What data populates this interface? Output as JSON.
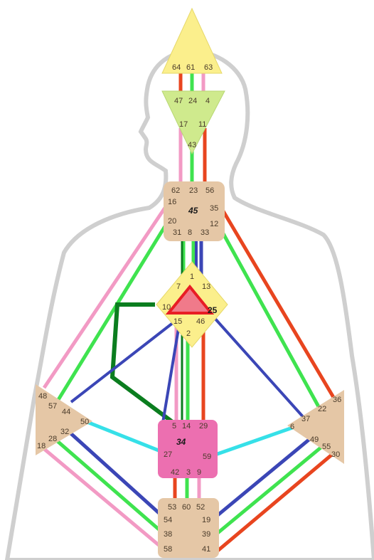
{
  "colors": {
    "silhouette_fill": "#ffffff",
    "silhouette_stroke": "#cfcfcf",
    "background": "#ffffff",
    "center_yellow": "#fbef8c",
    "center_green": "#cfea8d",
    "center_tan": "#e5c7a6",
    "center_pink": "#ec6fb0",
    "heart_red": "#f07a8a",
    "channel_red": "#e8451f",
    "channel_green": "#3fe34f",
    "channel_darkgreen": "#0b7d1f",
    "channel_blue": "#3b46b6",
    "channel_pink": "#f29ac4",
    "channel_cyan": "#36e0e8"
  },
  "centers": {
    "head": {
      "gates": [
        "64",
        "61",
        "63"
      ]
    },
    "ajna": {
      "gates": [
        "47",
        "24",
        "4",
        "17",
        "11",
        "43"
      ]
    },
    "throat": {
      "gates": [
        "62",
        "23",
        "56",
        "16",
        "35",
        "45",
        "20",
        "12",
        "31",
        "8",
        "33"
      ]
    },
    "g_center": {
      "gates": [
        "1",
        "7",
        "13",
        "10",
        "15",
        "46",
        "2"
      ]
    },
    "heart": {
      "gates": [
        "25"
      ]
    },
    "spleen": {
      "gates": [
        "48",
        "57",
        "44",
        "50",
        "32",
        "28",
        "18"
      ]
    },
    "sacral": {
      "gates": [
        "5",
        "14",
        "29",
        "34",
        "27",
        "59",
        "42",
        "3",
        "9"
      ]
    },
    "solar_plexus": {
      "gates": [
        "36",
        "22",
        "37",
        "6",
        "49",
        "55",
        "30"
      ]
    },
    "root": {
      "gates": [
        "53",
        "60",
        "52",
        "54",
        "19",
        "38",
        "39",
        "58",
        "41"
      ]
    }
  }
}
